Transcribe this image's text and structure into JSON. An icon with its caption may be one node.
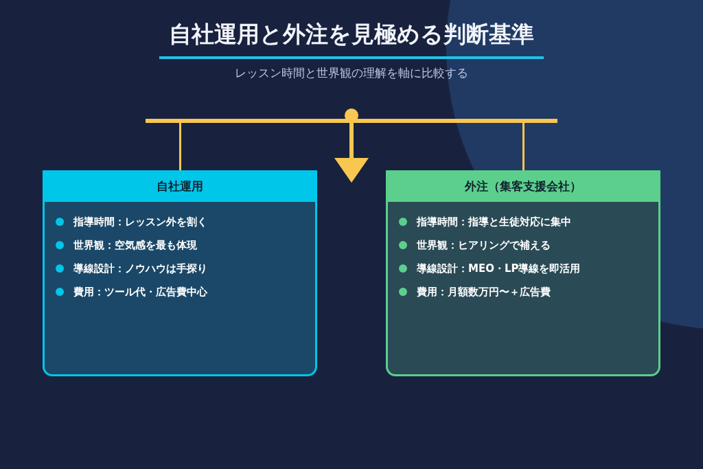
{
  "diagram": {
    "title": "自社運用と外注を見極める判断基準",
    "nodes": [
      {
        "text": [
          "自社運用",
          "指導時間：レッスン外を割く",
          "世界観：空気感を最も体現",
          "導線設計：ノウハウは手探り",
          "費用：ツール代・広告費中心"
        ]
      },
      {
        "text": [
          "外注（集客支援会社）",
          "指導時間：指導と生徒対応に集中",
          "世界観：ヒアリングで補える",
          "導線設計：MEO・LP導線を即活用",
          "費用：月額数万円〜＋広告費"
        ]
      }
    ],
    "labels": [
      "レッスン時間と世界観の理解を軸に比較する"
    ]
  }
}
